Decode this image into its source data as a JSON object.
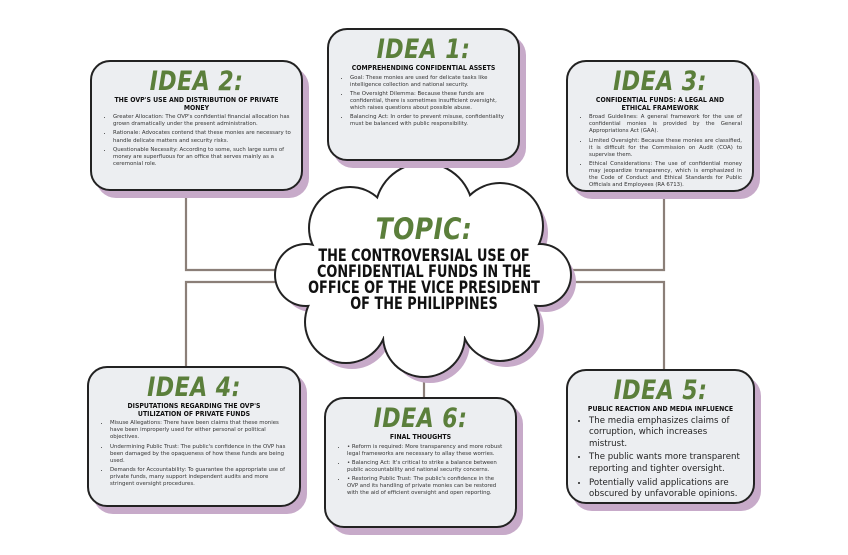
{
  "topic": {
    "label": "TOPIC:",
    "text": "THE CONTROVERSIAL USE OF CONFIDENTIAL FUNDS IN THE OFFICE OF THE VICE PRESIDENT OF THE PHILIPPINES"
  },
  "ideas": [
    {
      "label": "IDEA 1:",
      "subtitle": "COMPREHENDING CONFIDENTIAL ASSETS",
      "bullets": [
        "Goal: These monies are used for delicate tasks like intelligence collection and national security.",
        "The Oversight Dilemma: Because these funds are confidential, there is sometimes insufficient oversight, which raises questions about possible abuse.",
        "Balancing Act: In order to prevent misuse, confidentiality must be balanced with public responsibility."
      ]
    },
    {
      "label": "IDEA 2:",
      "subtitle": "THE OVP'S USE AND DISTRIBUTION OF PRIVATE MONEY",
      "bullets": [
        "Greater Allocation: The OVP's confidential financial allocation has grown dramatically under the present administration.",
        "Rationale: Advocates contend that these monies are necessary to handle delicate matters and security risks.",
        "Questionable Necessity: According to some, such large sums of money are superfluous for an office that serves mainly as a ceremonial role."
      ]
    },
    {
      "label": "IDEA 3:",
      "subtitle": "CONFIDENTIAL FUNDS: A LEGAL AND ETHICAL FRAMEWORK",
      "bullets": [
        "Broad Guidelines: A general framework for the use of confidential monies is provided by the General Appropriations Act (GAA).",
        "Limited Oversight: Because these monies are classified, it is difficult for the Commission on Audit (COA) to supervise them.",
        "Ethical Considerations: The use of confidential money may jeopardize transparency, which is emphasized in the Code of Conduct and Ethical Standards for Public Officials and Employees (RA 6713)."
      ]
    },
    {
      "label": "IDEA 4:",
      "subtitle": "DISPUTATIONS REGARDING THE OVP'S UTILIZATION OF PRIVATE FUNDS",
      "bullets": [
        "Misuse Allegations: There have been claims that these monies have been improperly used for either personal or political objectives.",
        "Undermining Public Trust: The public's confidence in the OVP has been damaged by the opaqueness of how these funds are being used.",
        "Demands for Accountability: To guarantee the appropriate use of private funds, many support independent audits and more stringent oversight procedures."
      ]
    },
    {
      "label": "IDEA 5:",
      "subtitle": "PUBLIC REACTION AND MEDIA INFLUENCE",
      "bullets": [
        "The media emphasizes claims of corruption, which increases mistrust.",
        "The public wants more transparent reporting and tighter oversight.",
        "Potentially valid applications are obscured by unfavorable opinions."
      ]
    },
    {
      "label": "IDEA 6:",
      "subtitle": "FINAL THOUGHTS",
      "bullets": [
        "• Reform is required: More transparency and more robust legal frameworks are necessary to allay these worries.",
        "• Balancing Act: It's critical to strike a balance between public accountability and national security concerns.",
        "• Restoring Public Trust: The public's confidence in the OVP and its handling of private monies can be restored with the aid of efficient oversight and open reporting."
      ]
    }
  ],
  "colors": {
    "title_green": "#5b7f3b",
    "card_fill": "#eceef1",
    "shadow_purple": "#c7aac9",
    "connector": "#8b7f78"
  }
}
